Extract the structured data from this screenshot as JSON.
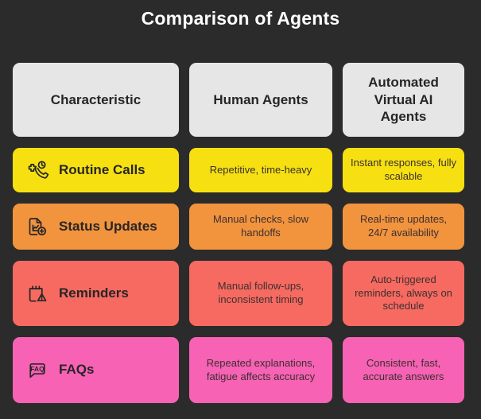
{
  "page": {
    "title": "Comparison of Agents",
    "background_color": "#2b2b2b",
    "title_color": "#ffffff"
  },
  "table": {
    "headers": [
      {
        "label": "Characteristic",
        "bg": "#e6e6e6"
      },
      {
        "label": "Human Agents",
        "bg": "#e6e6e6"
      },
      {
        "label": "Automated Virtual AI Agents",
        "bg": "#e6e6e6"
      }
    ],
    "rows": [
      {
        "icon": "phone-plus-clock-icon",
        "characteristic": "Routine Calls",
        "human_agents": "Repetitive, time-heavy",
        "ai_agents": "Instant responses, fully scalable",
        "color": "#f7e011"
      },
      {
        "icon": "document-chart-plus-icon",
        "characteristic": "Status Updates",
        "human_agents": "Manual checks, slow handoffs",
        "ai_agents": "Real-time updates, 24/7 availability",
        "color": "#f2933e"
      },
      {
        "icon": "notepad-warning-icon",
        "characteristic": "Reminders",
        "human_agents": "Manual follow-ups, inconsistent timing",
        "ai_agents": "Auto-triggered reminders, always on schedule",
        "color": "#f76a61"
      },
      {
        "icon": "faq-speech-bubble-icon",
        "characteristic": "FAQs",
        "human_agents": "Repeated explanations, fatigue affects accuracy",
        "ai_agents": "Consistent, fast, accurate answers",
        "color": "#f762b4"
      }
    ]
  }
}
